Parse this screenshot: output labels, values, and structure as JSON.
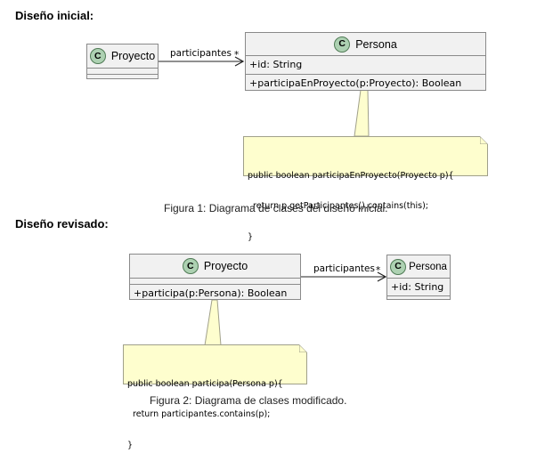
{
  "section1": {
    "title": "Diseño inicial:",
    "class_proyecto": {
      "icon": "C",
      "name": "Proyecto"
    },
    "class_persona": {
      "icon": "C",
      "name": "Persona",
      "attribute": "+id: String",
      "method": "+participaEnProyecto(p:Proyecto): Boolean"
    },
    "association": {
      "label": "participantes",
      "multiplicity": "*"
    },
    "note": {
      "line1": "public boolean participaEnProyecto(Proyecto p){",
      "line2": "  return p.getParticipantes().contains(this);",
      "line3": "}"
    },
    "caption": "Figura 1: Diagrama de clases del diseño inicial."
  },
  "section2": {
    "title": "Diseño revisado:",
    "class_proyecto": {
      "icon": "C",
      "name": "Proyecto",
      "method": "+participa(p:Persona): Boolean"
    },
    "class_persona": {
      "icon": "C",
      "name": "Persona",
      "attribute": "+id: String"
    },
    "association": {
      "label": "participantes",
      "multiplicity": "*"
    },
    "note": {
      "line1": "public boolean participa(Persona p){",
      "line2": "  return participantes.contains(p);",
      "line3": "}"
    },
    "caption": "Figura 2: Diagrama de clases modificado."
  }
}
